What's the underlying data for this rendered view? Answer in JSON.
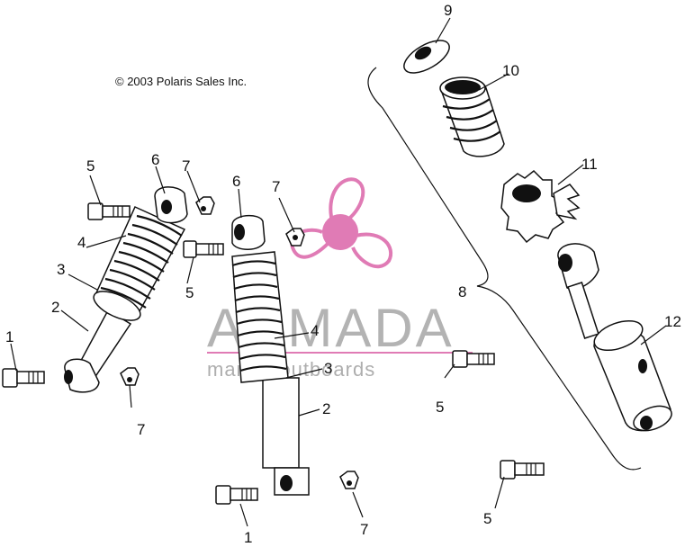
{
  "copyright": "© 2003 Polaris Sales Inc.",
  "watermark": {
    "title": "ARMADA",
    "subtitle": "marine outboards",
    "accent_color": "#e07bb5",
    "text_color": "#9a9a9a"
  },
  "callouts": {
    "c1_left": "1",
    "c1_bottom": "1",
    "c2_left": "2",
    "c2_mid": "2",
    "c3_left": "3",
    "c3_mid": "3",
    "c4_left": "4",
    "c4_mid": "4",
    "c5_left": "5",
    "c5_left2": "5",
    "c5_right": "5",
    "c5_bottom": "5",
    "c6_left": "6",
    "c6_mid": "6",
    "c7_top": "7",
    "c7_mid": "7",
    "c7_left": "7",
    "c7_bottom": "7",
    "c8": "8",
    "c9": "9",
    "c10": "10",
    "c11": "11",
    "c12": "12"
  }
}
